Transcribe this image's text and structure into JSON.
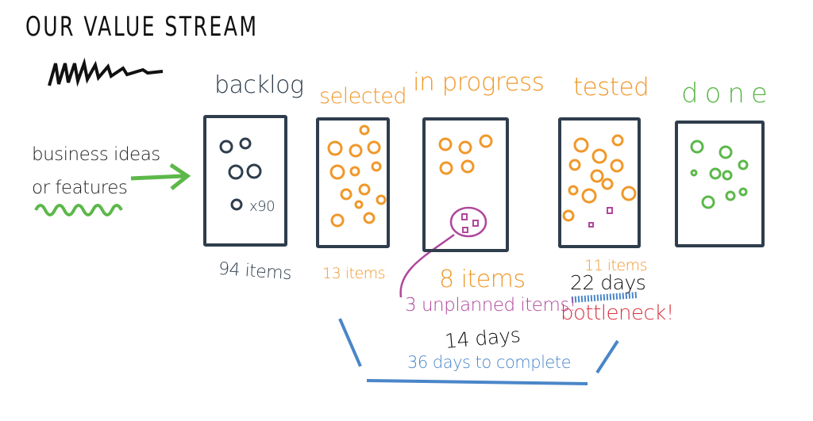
{
  "title": "OUR VALUE STREAM",
  "input_label": [
    "business ideas",
    "or features"
  ],
  "stages": [
    {
      "name": "backlog",
      "count": "94 items",
      "extra": "x90",
      "color": "#2f3d4c"
    },
    {
      "name": "selected",
      "count": "13 items",
      "color": "#f0982a"
    },
    {
      "name": "in progress",
      "count": "8 items",
      "color": "#f0982a"
    },
    {
      "name": "tested",
      "count": "11 items",
      "color": "#f0982a"
    },
    {
      "name": "done",
      "count": "",
      "color": "#5cb84a"
    }
  ],
  "annotations": {
    "unplanned": "3 unplanned items!",
    "in_progress_days": "14 days",
    "tested_days": "22 days",
    "bottleneck": "bottleneck!",
    "total": "36 days to complete"
  },
  "colors": {
    "dark": "#2f3d4c",
    "orange": "#f0982a",
    "green": "#5cb84a",
    "purple": "#b0479b",
    "red": "#d8323f",
    "blue": "#4a86c8"
  }
}
